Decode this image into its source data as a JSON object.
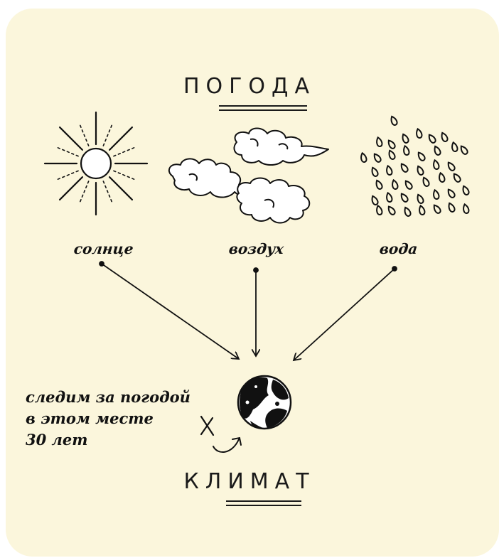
{
  "diagram": {
    "title_top": "ПОГОДА",
    "title_bottom": "КЛИМАТ",
    "factors": [
      {
        "label": "солнце",
        "icon": "sun-icon"
      },
      {
        "label": "воздух",
        "icon": "clouds-icon"
      },
      {
        "label": "вода",
        "icon": "raindrops-icon"
      }
    ],
    "target_icon": "earth-globe-icon",
    "note_lines": [
      "следим за погодой",
      "в этом месте",
      "30 лет"
    ],
    "colors": {
      "background": "#fbf6dc",
      "ink": "#111111"
    }
  }
}
